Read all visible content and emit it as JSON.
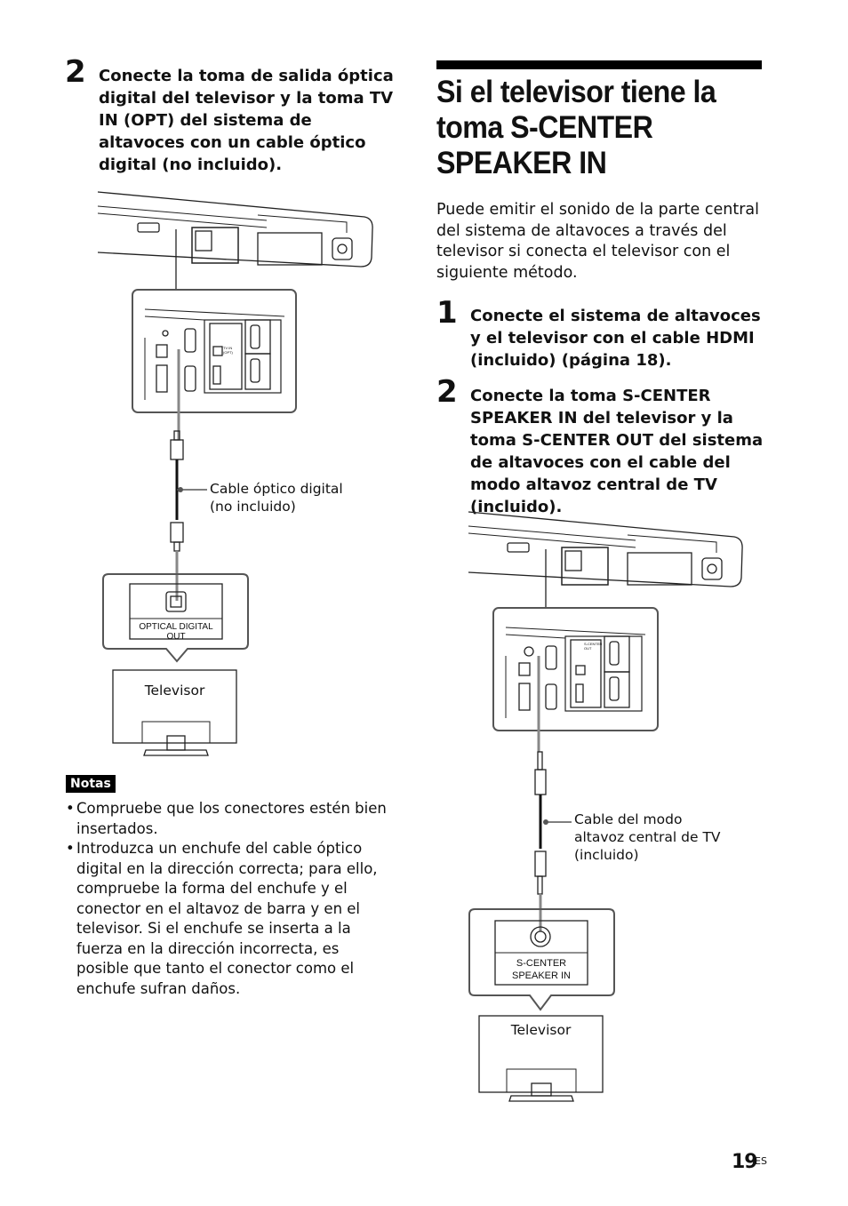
{
  "left": {
    "step2_num": "2",
    "step2_text": "Conecte la toma de salida óptica digital del televisor y la toma TV IN (OPT) del sistema de altavoces con un cable óptico digital (no incluido).",
    "cable_label_1": "Cable óptico digital",
    "cable_label_2": "(no incluido)",
    "tv_port_label": "OPTICAL DIGITAL OUT",
    "tv_label": "Televisor",
    "panel_port_label": "TV IN (OPT)",
    "notes_badge": "Notas",
    "notes": [
      "Compruebe que los conectores estén bien insertados.",
      "Introduzca un enchufe del cable óptico digital en la dirección correcta; para ello, compruebe la forma del enchufe y el conector en el altavoz de barra y en el televisor. Si el enchufe se inserta a la fuerza en la dirección incorrecta, es posible que tanto el conector como el enchufe sufran daños."
    ]
  },
  "right": {
    "heading": "Si el televisor tiene la toma S-CENTER SPEAKER IN",
    "intro": "Puede emitir el sonido de la parte central del sistema de altavoces a través del televisor si conecta el televisor con el siguiente método.",
    "step1_num": "1",
    "step1_text": "Conecte el sistema de altavoces y el televisor con el cable HDMI (incluido) (página 18).",
    "step2_num": "2",
    "step2_text": "Conecte la toma S-CENTER SPEAKER IN del televisor y la toma S-CENTER OUT del sistema de altavoces con el cable del modo altavoz central de TV (incluido).",
    "cable_label_1": "Cable del modo",
    "cable_label_2": "altavoz central de TV",
    "cable_label_3": "(incluido)",
    "tv_port_label_1": "S-CENTER",
    "tv_port_label_2": "SPEAKER IN",
    "panel_port_label": "S-CENTER OUT",
    "tv_label": "Televisor"
  },
  "footer": {
    "page_number": "19",
    "page_suffix": "ES"
  }
}
